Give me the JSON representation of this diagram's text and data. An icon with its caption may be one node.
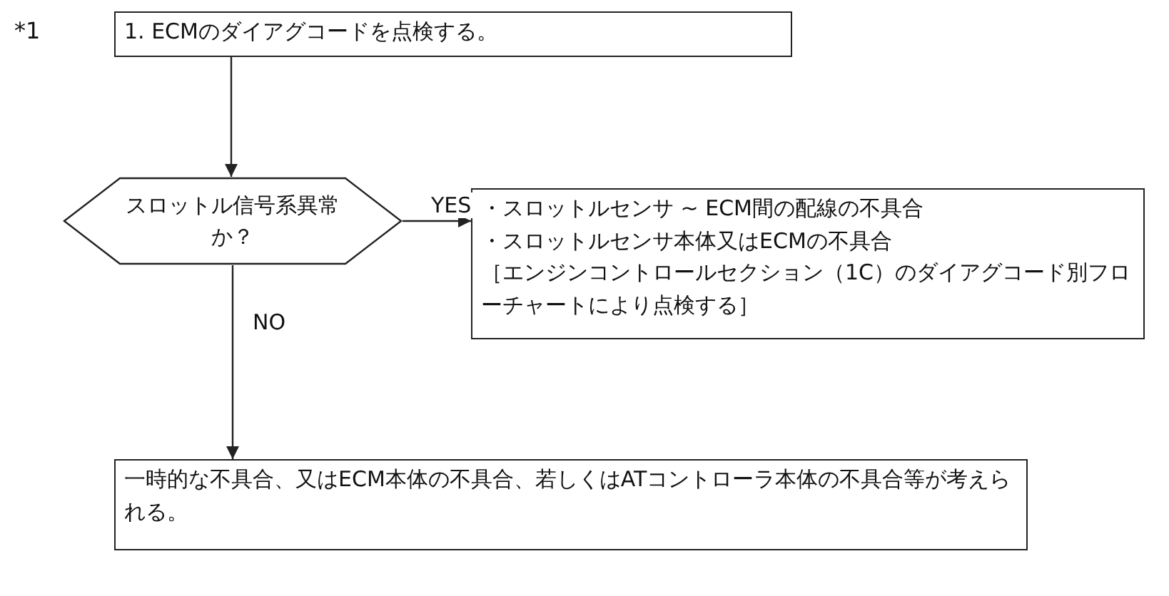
{
  "diagram": {
    "nodes": [
      {
        "text": [
          "1. ECMのダイアグコードを点検する。"
        ]
      },
      {
        "text": [
          "スロットル信号系異常か？"
        ]
      },
      {
        "text": [
          "・スロットルセンサ ~ ECM間の配線の不具合",
          "・スロットルセンサ本体又はECMの不具合",
          "［エンジンコントロールセクション（1C）のダイアグコード別フローチャートにより点検する］"
        ]
      },
      {
        "text": [
          "一時的な不具合、又はECM本体の不具合、若しくはATコントローラ本体の不具合等が考えられる。"
        ]
      }
    ],
    "edges": [
      {
        "from": 0,
        "to": 1,
        "arrow": "to"
      },
      {
        "from": 1,
        "to": 2,
        "arrow": "to",
        "label": "YES"
      },
      {
        "from": 1,
        "to": 3,
        "arrow": "to",
        "label": "NO"
      }
    ],
    "labels": [
      "*1"
    ]
  }
}
